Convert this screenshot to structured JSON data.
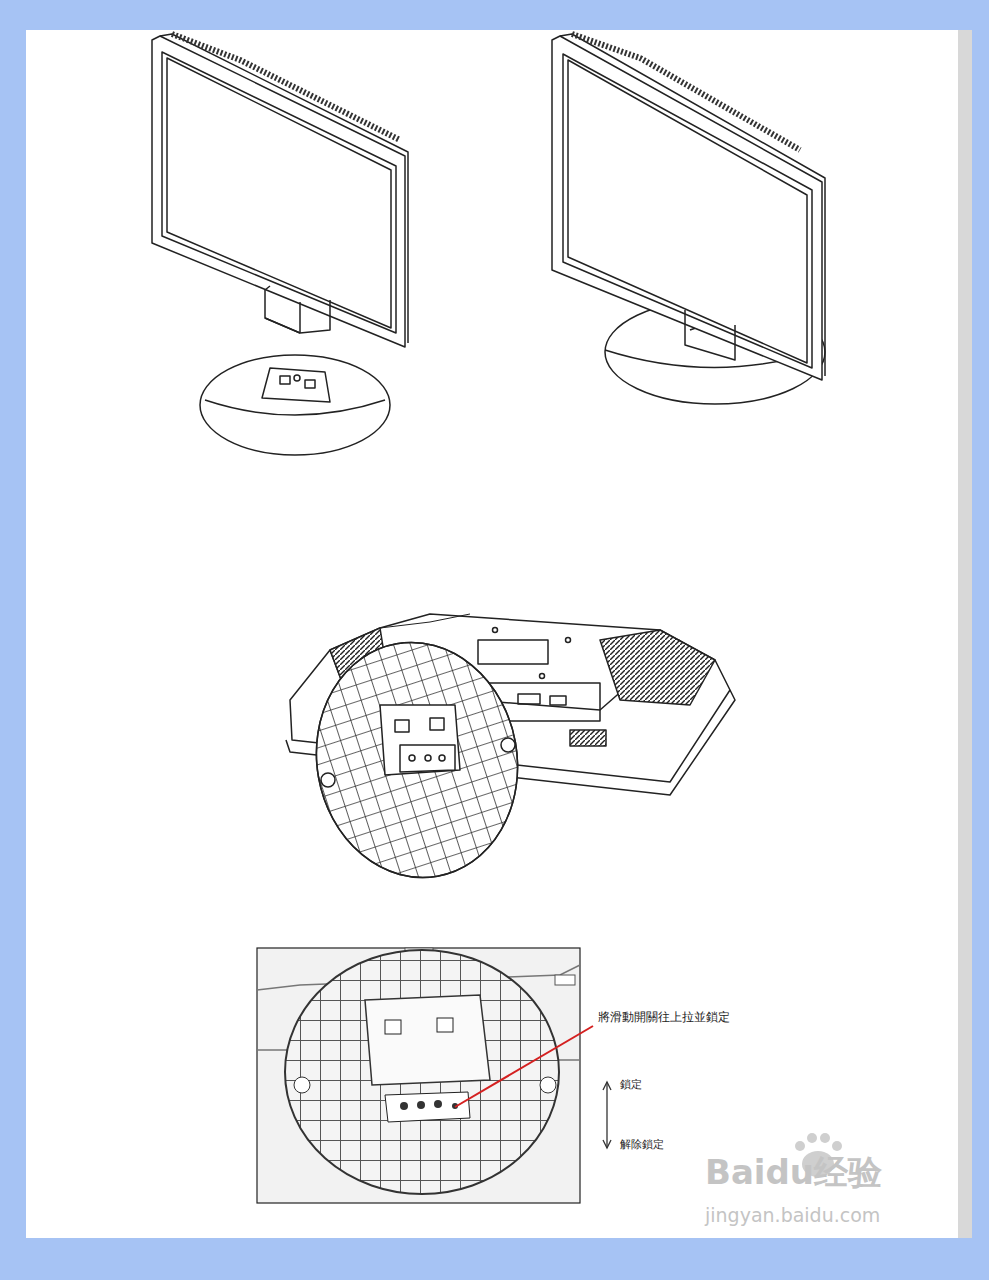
{
  "diagram": {
    "labels": [
      "將滑動開關往上拉並鎖定",
      "鎖定",
      "解除鎖定",
      "Baidu经验",
      "jingyan.baidu.com"
    ]
  }
}
